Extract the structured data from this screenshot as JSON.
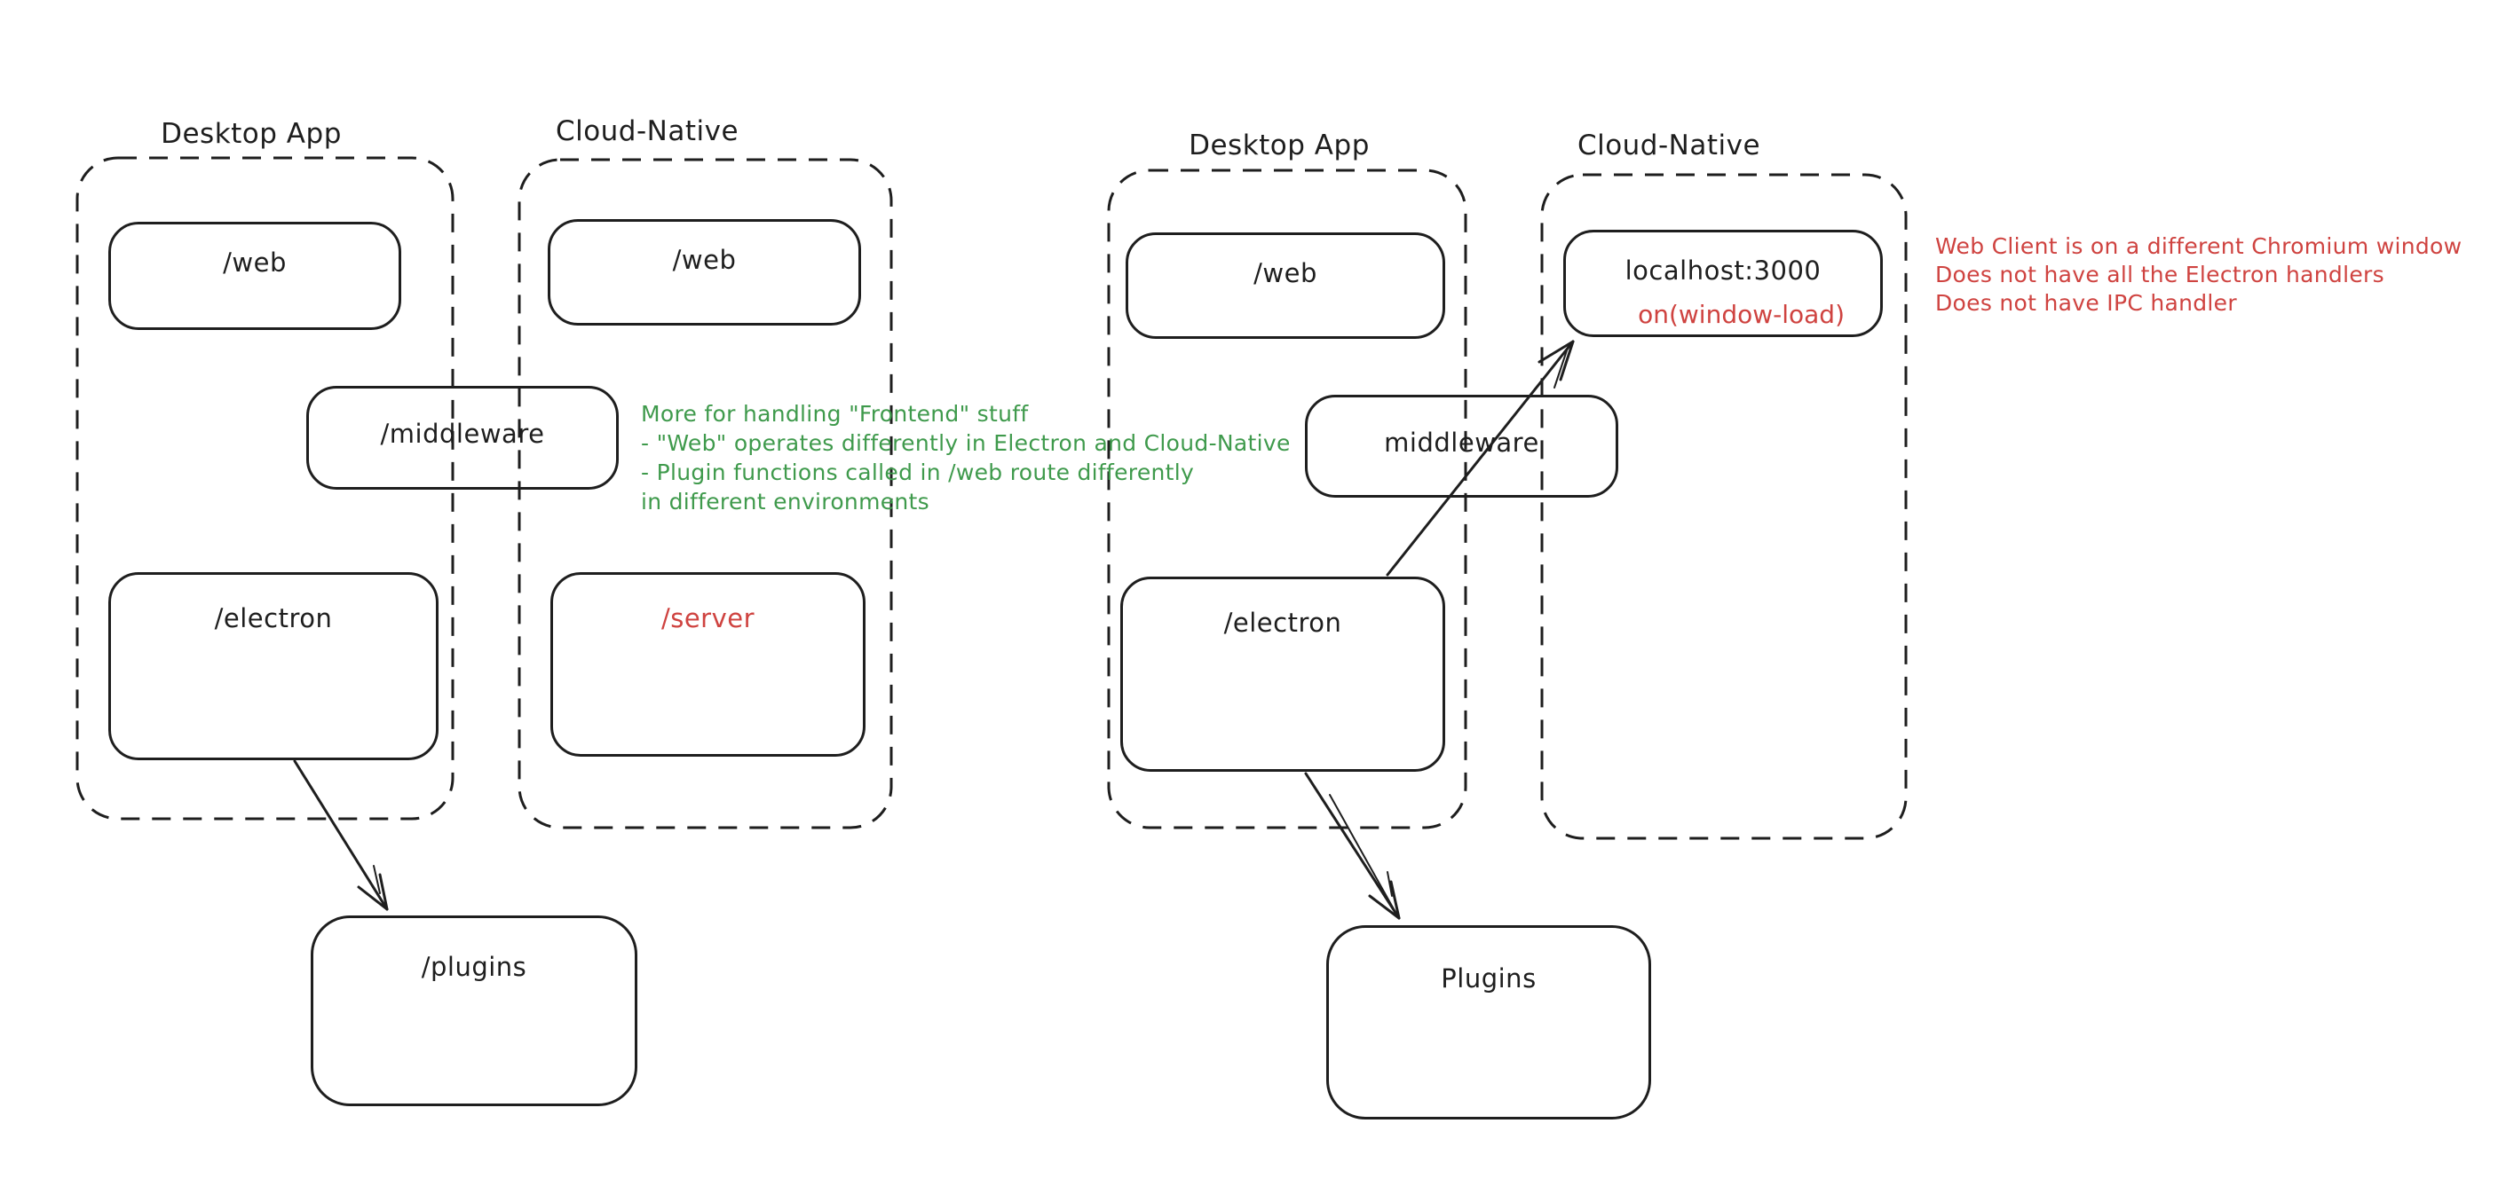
{
  "colors": {
    "ink": "#1e1e1e",
    "green": "#3f9a4c",
    "red": "#cf4340",
    "bg": "#ffffff"
  },
  "left_diagram": {
    "desktop_frame_label": "Desktop App",
    "cloud_frame_label": "Cloud-Native",
    "web_desktop_box": "/web",
    "web_cloud_box": "/web",
    "middleware_box": "/middleware",
    "electron_box": "/electron",
    "server_box": "/server",
    "plugins_box": "/plugins"
  },
  "right_diagram": {
    "desktop_frame_label": "Desktop App",
    "cloud_frame_label": "Cloud-Native",
    "web_box": "/web",
    "localhost_box": "localhost:3000",
    "localhost_sub_label": "on(window-load)",
    "middleware_box": "middleware",
    "electron_box": "/electron",
    "plugins_box": "Plugins"
  },
  "annotations": {
    "green_note_lines": [
      "More for handling \"Frontend\" stuff",
      "- \"Web\" operates differently in Electron and Cloud-Native",
      "- Plugin functions called in /web route differently",
      "in different environments"
    ],
    "red_note_lines": [
      "Web Client is on a different Chromium window",
      "Does not have all the Electron handlers",
      "Does not have IPC handler"
    ]
  }
}
